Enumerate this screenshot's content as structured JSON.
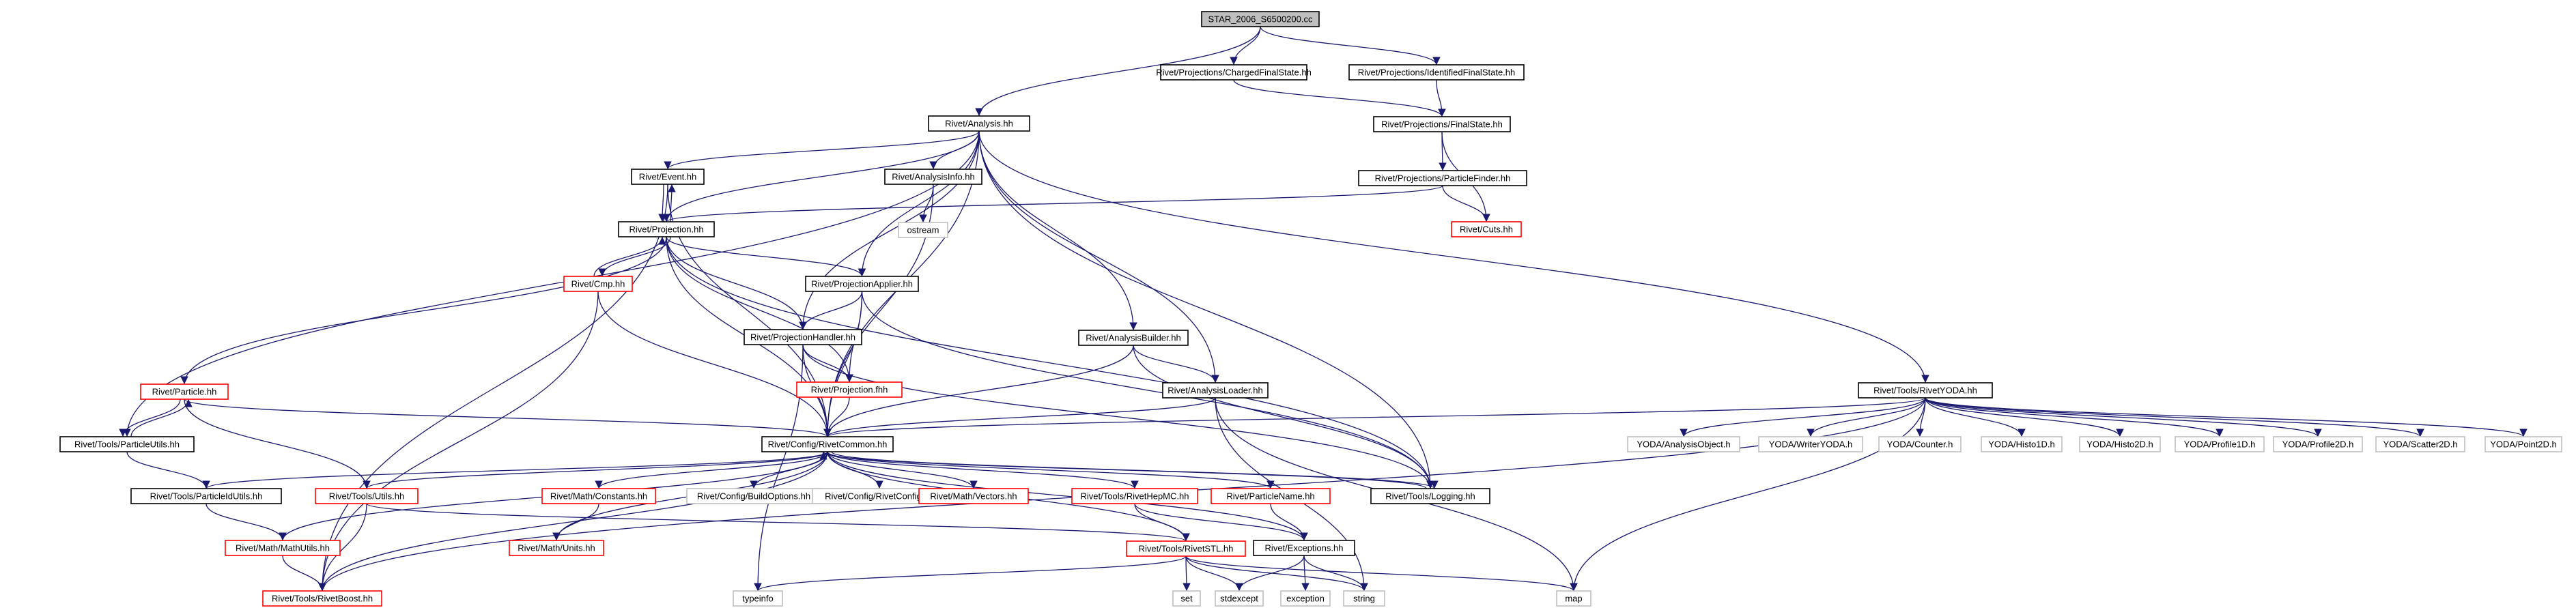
{
  "colors": {
    "edge": "#191970",
    "root_fill": "#bfbfbf",
    "box_stroke_black": "#000000",
    "box_stroke_red": "#ff0000",
    "box_stroke_gray": "#bfbfbf",
    "text": "#000000"
  },
  "nodes": [
    {
      "id": "root",
      "label": "STAR_2006_S6500200.cc",
      "style": "root"
    },
    {
      "id": "analysis",
      "label": "Rivet/Analysis.hh",
      "style": "black"
    },
    {
      "id": "chargedfs",
      "label": "Rivet/Projections/ChargedFinalState.hh",
      "style": "black"
    },
    {
      "id": "identfs",
      "label": "Rivet/Projections/IdentifiedFinalState.hh",
      "style": "black"
    },
    {
      "id": "finalstate",
      "label": "Rivet/Projections/FinalState.hh",
      "style": "black"
    },
    {
      "id": "particlefinder",
      "label": "Rivet/Projections/ParticleFinder.hh",
      "style": "black"
    },
    {
      "id": "cuts",
      "label": "Rivet/Cuts.hh",
      "style": "red"
    },
    {
      "id": "event",
      "label": "Rivet/Event.hh",
      "style": "black"
    },
    {
      "id": "analysisinfo",
      "label": "Rivet/AnalysisInfo.hh",
      "style": "black"
    },
    {
      "id": "ostream",
      "label": "ostream",
      "style": "gray"
    },
    {
      "id": "projection",
      "label": "Rivet/Projection.hh",
      "style": "black"
    },
    {
      "id": "cmp",
      "label": "Rivet/Cmp.hh",
      "style": "red"
    },
    {
      "id": "projapplier",
      "label": "Rivet/ProjectionApplier.hh",
      "style": "black"
    },
    {
      "id": "projhandler",
      "label": "Rivet/ProjectionHandler.hh",
      "style": "black"
    },
    {
      "id": "projfhh",
      "label": "Rivet/Projection.fhh",
      "style": "red"
    },
    {
      "id": "analysisbuilder",
      "label": "Rivet/AnalysisBuilder.hh",
      "style": "black"
    },
    {
      "id": "analysisloader",
      "label": "Rivet/AnalysisLoader.hh",
      "style": "black"
    },
    {
      "id": "particle",
      "label": "Rivet/Particle.hh",
      "style": "red"
    },
    {
      "id": "particleutils",
      "label": "Rivet/Tools/ParticleUtils.hh",
      "style": "black"
    },
    {
      "id": "rivetcommon",
      "label": "Rivet/Config/RivetCommon.hh",
      "style": "black"
    },
    {
      "id": "rivetyoda",
      "label": "Rivet/Tools/RivetYODA.hh",
      "style": "black"
    },
    {
      "id": "analysisobject",
      "label": "YODA/AnalysisObject.h",
      "style": "gray"
    },
    {
      "id": "writeryoda",
      "label": "YODA/WriterYODA.h",
      "style": "gray"
    },
    {
      "id": "counter",
      "label": "YODA/Counter.h",
      "style": "gray"
    },
    {
      "id": "histo1d",
      "label": "YODA/Histo1D.h",
      "style": "gray"
    },
    {
      "id": "histo2d",
      "label": "YODA/Histo2D.h",
      "style": "gray"
    },
    {
      "id": "profile1d",
      "label": "YODA/Profile1D.h",
      "style": "gray"
    },
    {
      "id": "profile2d",
      "label": "YODA/Profile2D.h",
      "style": "gray"
    },
    {
      "id": "scatter2d",
      "label": "YODA/Scatter2D.h",
      "style": "gray"
    },
    {
      "id": "point2d",
      "label": "YODA/Point2D.h",
      "style": "gray"
    },
    {
      "id": "particleidutils",
      "label": "Rivet/Tools/ParticleIdUtils.hh",
      "style": "black"
    },
    {
      "id": "toolsutils",
      "label": "Rivet/Tools/Utils.hh",
      "style": "red"
    },
    {
      "id": "mathconstants",
      "label": "Rivet/Math/Constants.hh",
      "style": "red"
    },
    {
      "id": "buildoptions",
      "label": "Rivet/Config/BuildOptions.hh",
      "style": "gray"
    },
    {
      "id": "rivetconfig",
      "label": "Rivet/Config/RivetConfig.hh",
      "style": "gray"
    },
    {
      "id": "mathvectors",
      "label": "Rivet/Math/Vectors.hh",
      "style": "red"
    },
    {
      "id": "rivethepmc",
      "label": "Rivet/Tools/RivetHepMC.hh",
      "style": "red"
    },
    {
      "id": "particlename",
      "label": "Rivet/ParticleName.hh",
      "style": "red"
    },
    {
      "id": "logging",
      "label": "Rivet/Tools/Logging.hh",
      "style": "black"
    },
    {
      "id": "mathutils",
      "label": "Rivet/Math/MathUtils.hh",
      "style": "red"
    },
    {
      "id": "mathunits",
      "label": "Rivet/Math/Units.hh",
      "style": "red"
    },
    {
      "id": "exceptions",
      "label": "Rivet/Exceptions.hh",
      "style": "black"
    },
    {
      "id": "rivetstl",
      "label": "Rivet/Tools/RivetSTL.hh",
      "style": "red"
    },
    {
      "id": "rivetboost",
      "label": "Rivet/Tools/RivetBoost.hh",
      "style": "red"
    },
    {
      "id": "typeinfo",
      "label": "typeinfo",
      "style": "gray"
    },
    {
      "id": "set",
      "label": "set",
      "style": "gray"
    },
    {
      "id": "stdexcept",
      "label": "stdexcept",
      "style": "gray"
    },
    {
      "id": "exception",
      "label": "exception",
      "style": "gray"
    },
    {
      "id": "string",
      "label": "string",
      "style": "gray"
    },
    {
      "id": "map",
      "label": "map",
      "style": "gray"
    }
  ],
  "edges": [
    [
      "root",
      "analysis"
    ],
    [
      "root",
      "chargedfs"
    ],
    [
      "root",
      "identfs"
    ],
    [
      "chargedfs",
      "finalstate"
    ],
    [
      "identfs",
      "finalstate"
    ],
    [
      "finalstate",
      "particlefinder"
    ],
    [
      "finalstate",
      "cuts"
    ],
    [
      "particlefinder",
      "cuts"
    ],
    [
      "particlefinder",
      "projection"
    ],
    [
      "analysis",
      "event"
    ],
    [
      "analysis",
      "analysisinfo"
    ],
    [
      "analysis",
      "projection"
    ],
    [
      "analysis",
      "projapplier"
    ],
    [
      "analysis",
      "projhandler"
    ],
    [
      "analysis",
      "analysisbuilder"
    ],
    [
      "analysis",
      "analysisloader"
    ],
    [
      "analysis",
      "rivetcommon"
    ],
    [
      "analysis",
      "logging"
    ],
    [
      "analysis",
      "rivetyoda"
    ],
    [
      "analysis",
      "particleutils"
    ],
    [
      "event",
      "projection"
    ],
    [
      "projection",
      "event"
    ],
    [
      "event",
      "rivetcommon"
    ],
    [
      "event",
      "rivetboost"
    ],
    [
      "analysisinfo",
      "ostream"
    ],
    [
      "analysisinfo",
      "rivetcommon"
    ],
    [
      "projection",
      "cmp"
    ],
    [
      "cmp",
      "projection"
    ],
    [
      "projection",
      "projapplier"
    ],
    [
      "projection",
      "projhandler"
    ],
    [
      "projection",
      "projfhh"
    ],
    [
      "projection",
      "rivetcommon"
    ],
    [
      "projection",
      "particle"
    ],
    [
      "projection",
      "logging"
    ],
    [
      "cmp",
      "rivetcommon"
    ],
    [
      "cmp",
      "rivetboost"
    ],
    [
      "projapplier",
      "projhandler"
    ],
    [
      "projapplier",
      "projfhh"
    ],
    [
      "projapplier",
      "rivetcommon"
    ],
    [
      "projapplier",
      "logging"
    ],
    [
      "projhandler",
      "projfhh"
    ],
    [
      "projhandler",
      "rivetcommon"
    ],
    [
      "projhandler",
      "logging"
    ],
    [
      "projhandler",
      "typeinfo"
    ],
    [
      "projfhh",
      "rivetcommon"
    ],
    [
      "analysisbuilder",
      "analysisloader"
    ],
    [
      "analysisbuilder",
      "rivetcommon"
    ],
    [
      "analysisbuilder",
      "logging"
    ],
    [
      "analysisloader",
      "rivetcommon"
    ],
    [
      "analysisloader",
      "map"
    ],
    [
      "analysisloader",
      "string"
    ],
    [
      "particle",
      "particleutils"
    ],
    [
      "particleutils",
      "particle"
    ],
    [
      "particle",
      "rivetcommon"
    ],
    [
      "particle",
      "toolsutils"
    ],
    [
      "particleutils",
      "particleidutils"
    ],
    [
      "rivetyoda",
      "rivetcommon"
    ],
    [
      "rivetyoda",
      "analysisobject"
    ],
    [
      "rivetyoda",
      "writeryoda"
    ],
    [
      "rivetyoda",
      "counter"
    ],
    [
      "rivetyoda",
      "histo1d"
    ],
    [
      "rivetyoda",
      "histo2d"
    ],
    [
      "rivetyoda",
      "profile1d"
    ],
    [
      "rivetyoda",
      "profile2d"
    ],
    [
      "rivetyoda",
      "scatter2d"
    ],
    [
      "rivetyoda",
      "point2d"
    ],
    [
      "rivetyoda",
      "rivetboost"
    ],
    [
      "rivetyoda",
      "map"
    ],
    [
      "rivetcommon",
      "particleidutils"
    ],
    [
      "rivetcommon",
      "toolsutils"
    ],
    [
      "rivetcommon",
      "mathconstants"
    ],
    [
      "rivetcommon",
      "buildoptions"
    ],
    [
      "rivetcommon",
      "rivetconfig"
    ],
    [
      "rivetcommon",
      "mathvectors"
    ],
    [
      "rivetcommon",
      "rivethepmc"
    ],
    [
      "rivetcommon",
      "particlename"
    ],
    [
      "rivetcommon",
      "logging"
    ],
    [
      "rivetcommon",
      "mathutils"
    ],
    [
      "rivetcommon",
      "mathunits"
    ],
    [
      "rivetcommon",
      "exceptions"
    ],
    [
      "rivetcommon",
      "rivetstl"
    ],
    [
      "rivetcommon",
      "rivetboost"
    ],
    [
      "logging",
      "rivetcommon"
    ],
    [
      "particleidutils",
      "mathutils"
    ],
    [
      "toolsutils",
      "rivetboost"
    ],
    [
      "toolsutils",
      "rivetstl"
    ],
    [
      "mathconstants",
      "mathunits"
    ],
    [
      "mathutils",
      "rivetboost"
    ],
    [
      "rivethepmc",
      "rivetstl"
    ],
    [
      "rivethepmc",
      "exceptions"
    ],
    [
      "particlename",
      "exceptions"
    ],
    [
      "exceptions",
      "stdexcept"
    ],
    [
      "exceptions",
      "exception"
    ],
    [
      "exceptions",
      "string"
    ],
    [
      "rivetstl",
      "typeinfo"
    ],
    [
      "rivetstl",
      "set"
    ],
    [
      "rivetstl",
      "stdexcept"
    ],
    [
      "rivetstl",
      "string"
    ],
    [
      "rivetstl",
      "map"
    ]
  ]
}
